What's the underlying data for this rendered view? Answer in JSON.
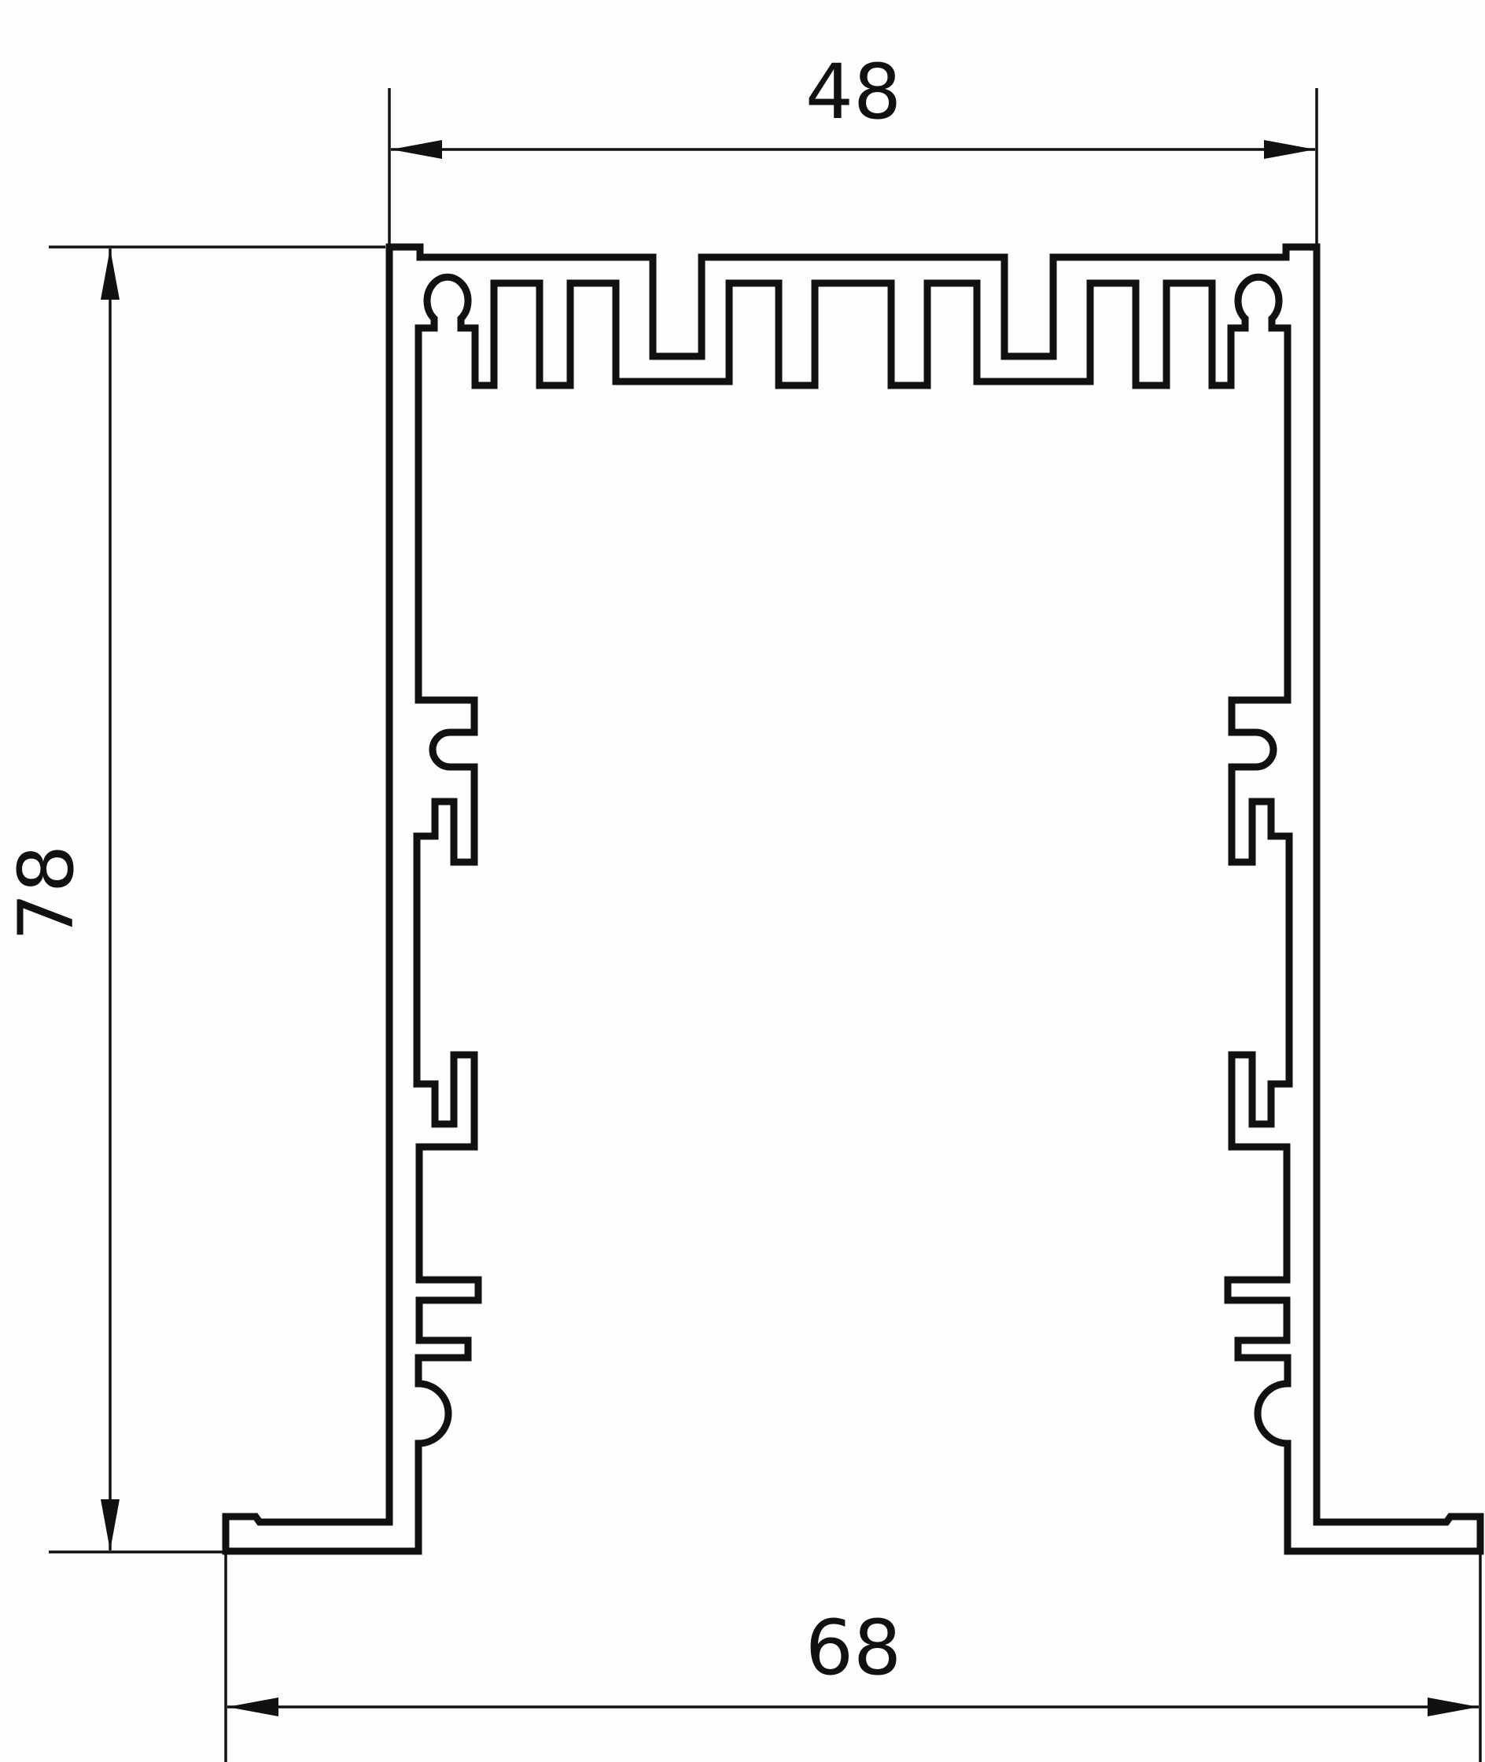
{
  "dimensions": {
    "top_width": "48",
    "height": "78",
    "bottom_width": "68"
  },
  "colors": {
    "line": "#111111",
    "background": "#fdfdfd"
  }
}
